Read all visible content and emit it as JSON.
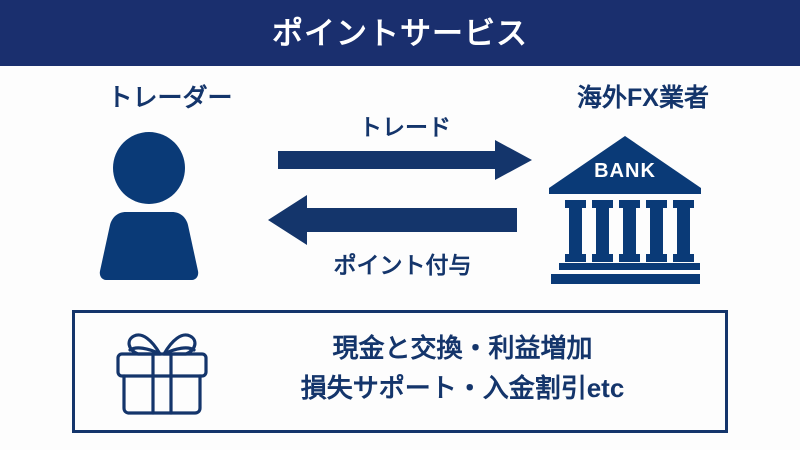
{
  "header": {
    "title": "ポイントサービス",
    "background_color": "#1a2f6e",
    "text_color": "#ffffff"
  },
  "theme": {
    "navy": "#14356b",
    "icon_blue": "#0a3a77",
    "page_background": "#fdfdfd"
  },
  "diagram": {
    "left_party": {
      "label": "トレーダー",
      "icon": "person-icon"
    },
    "right_party": {
      "label": "海外FX業者",
      "icon": "bank-icon",
      "building_text": "BANK"
    },
    "arrows": [
      {
        "label": "トレード",
        "direction": "right",
        "icon": "arrow-right-icon"
      },
      {
        "label": "ポイント付与",
        "direction": "left",
        "icon": "arrow-left-icon"
      }
    ]
  },
  "benefits_panel": {
    "icon": "gift-icon",
    "lines": [
      "現金と交換・利益増加",
      "損失サポート・入金割引etc"
    ]
  }
}
